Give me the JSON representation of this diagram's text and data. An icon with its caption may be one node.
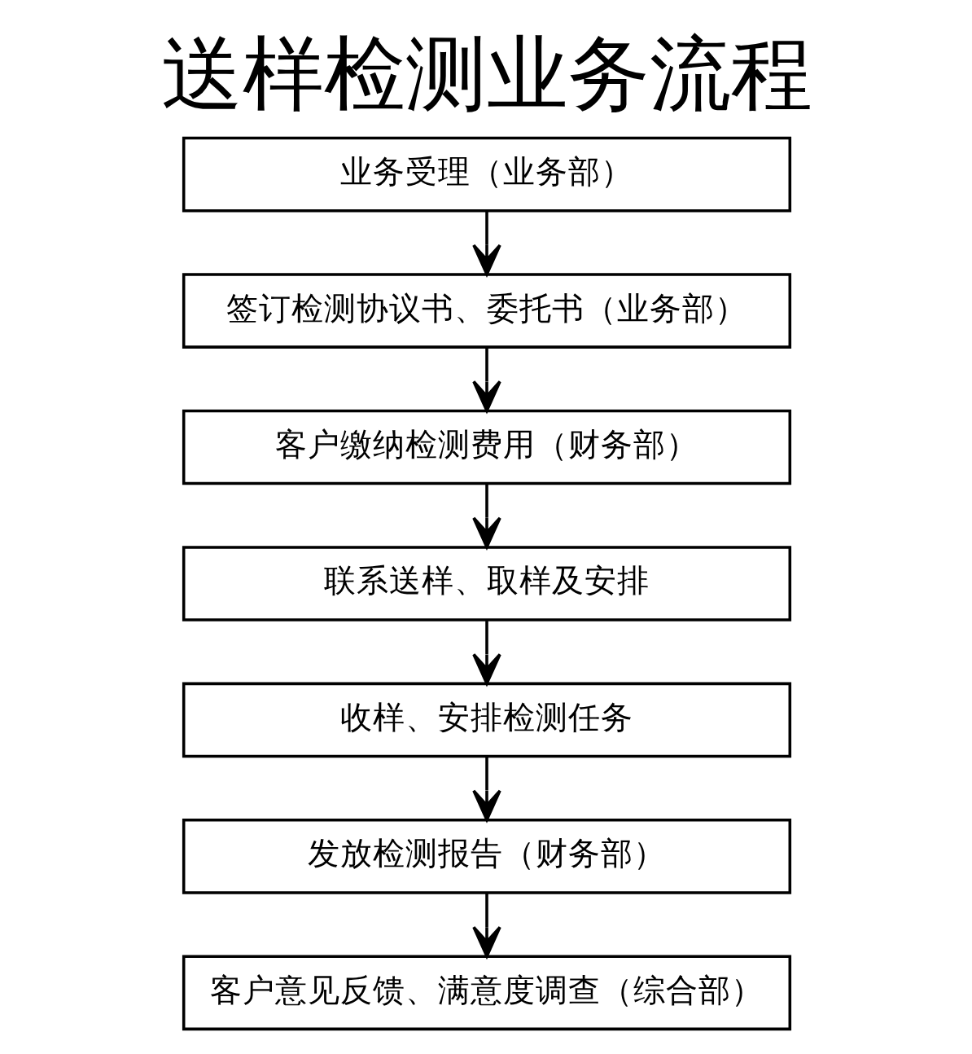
{
  "diagram": {
    "title": "送样检测业务流程",
    "nodes": [
      {
        "text": [
          "业务受理（业务部）"
        ]
      },
      {
        "text": [
          "签订检测协议书、委托书（业务部）"
        ]
      },
      {
        "text": [
          "客户缴纳检测费用（财务部）"
        ]
      },
      {
        "text": [
          "联系送样、取样及安排"
        ]
      },
      {
        "text": [
          "收样、安排检测任务"
        ]
      },
      {
        "text": [
          "发放检测报告（财务部）"
        ]
      },
      {
        "text": [
          "客户意见反馈、满意度调查（综合部）"
        ]
      }
    ],
    "edges": [
      {
        "from": 0,
        "to": 1,
        "arrow": "to"
      },
      {
        "from": 1,
        "to": 2,
        "arrow": "to"
      },
      {
        "from": 2,
        "to": 3,
        "arrow": "to"
      },
      {
        "from": 3,
        "to": 4,
        "arrow": "to"
      },
      {
        "from": 4,
        "to": 5,
        "arrow": "to"
      },
      {
        "from": 5,
        "to": 6,
        "arrow": "to"
      }
    ]
  }
}
